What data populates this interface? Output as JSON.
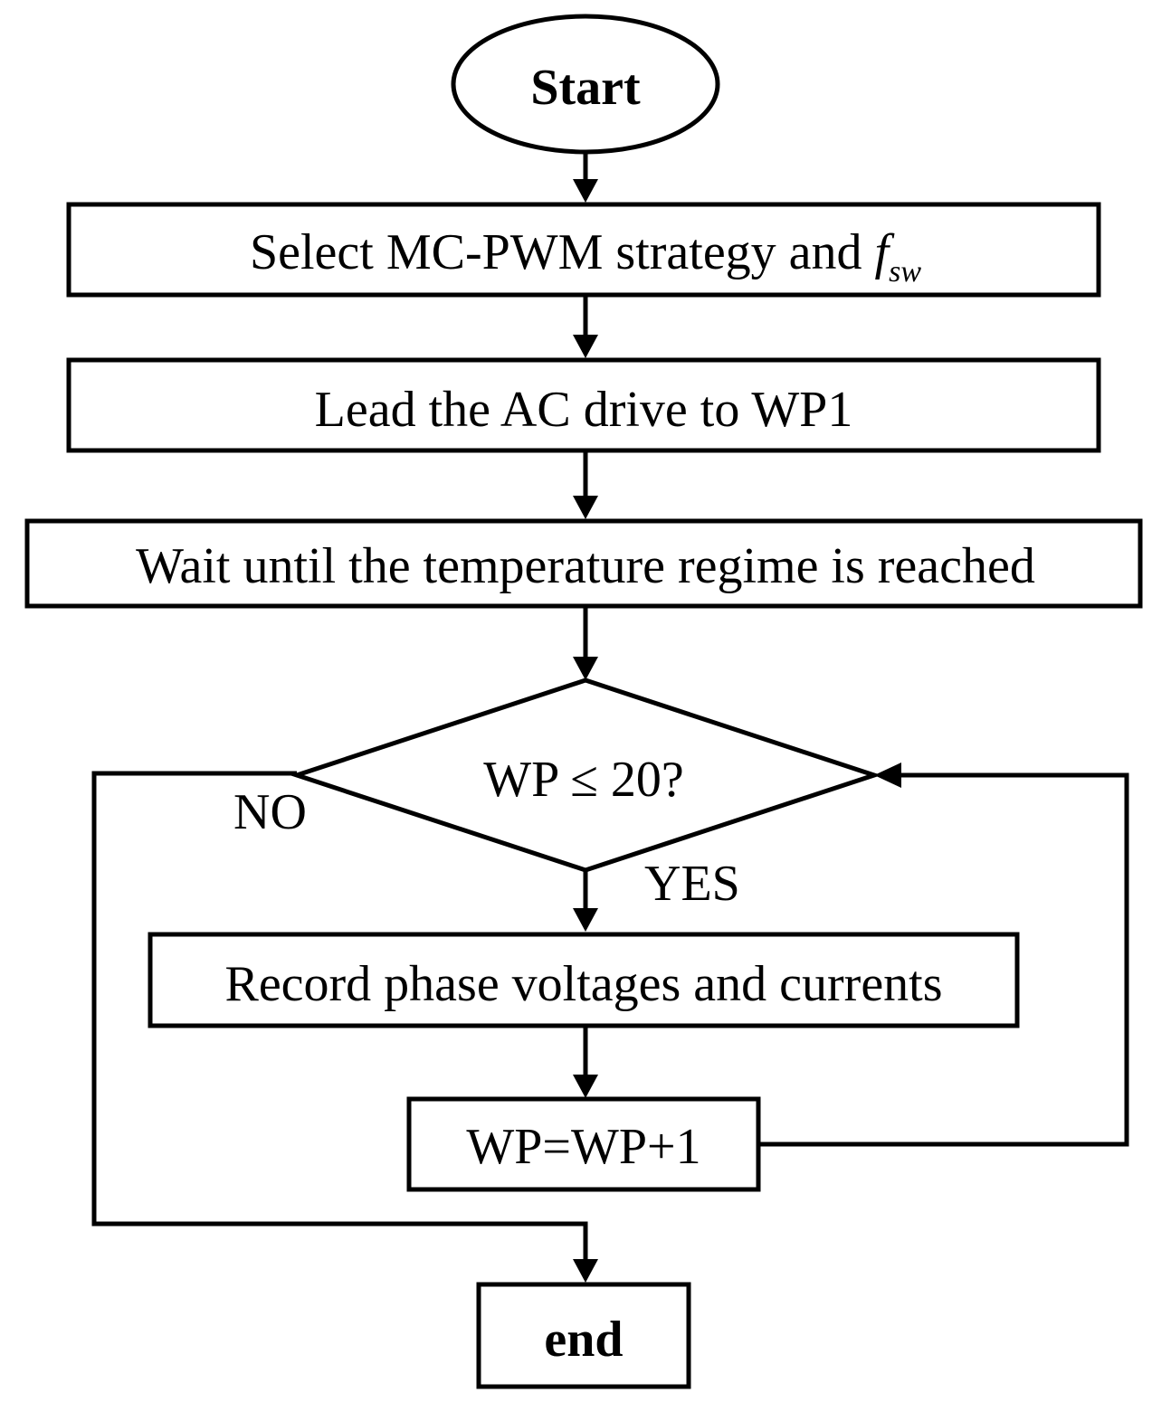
{
  "flowchart": {
    "start": "Start",
    "step_select": "Select MC-PWM strategy and ",
    "step_select_var": "f",
    "step_select_var_sub": "sw",
    "step_lead": "Lead the AC drive to WP1",
    "step_wait": "Wait until the temperature regime is reached",
    "decision": "WP ≤ 20?",
    "label_no": "NO",
    "label_yes": "YES",
    "step_record": "Record phase voltages and currents",
    "step_increment": "WP=WP+1",
    "end": "end"
  }
}
